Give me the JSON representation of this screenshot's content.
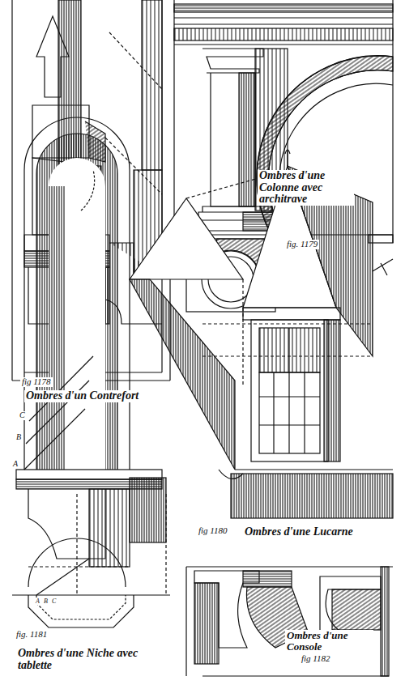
{
  "diagram": {
    "labels": [
      "fig 1178",
      "Ombres d'un Contrefort",
      "Ombres d'une Colonne avec architrave",
      "fig. 1179",
      "C",
      "B",
      "A",
      "fig 1180",
      "Ombres d'une Lucarne",
      "A",
      "B",
      "C",
      "fig. 1181",
      "Ombres d'une Niche avec tablette",
      "Ombres d'une Console",
      "fig 1182"
    ]
  }
}
